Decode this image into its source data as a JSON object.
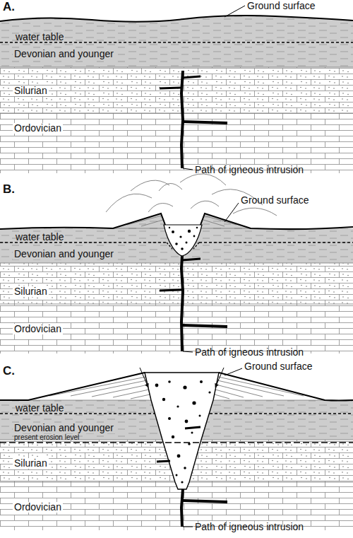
{
  "diagram": {
    "nodes": [
      {
        "text": [
          "Devonian and younger"
        ]
      },
      {
        "text": [
          "Silurian"
        ]
      },
      {
        "text": [
          "Ordovician"
        ]
      },
      {
        "text": [
          "Devonian and younger"
        ]
      },
      {
        "text": [
          "Silurian"
        ]
      },
      {
        "text": [
          "Ordovician"
        ]
      },
      {
        "text": [
          "Devonian and younger"
        ]
      },
      {
        "text": [
          "Silurian"
        ]
      },
      {
        "text": [
          "Ordovician"
        ]
      }
    ],
    "labels": [
      "A.",
      "Ground surface",
      "water table",
      "Path of igneous intrusion",
      "B.",
      "Ground surface",
      "water table",
      "Path of igneous intrusion",
      "C.",
      "Ground surface",
      "water table",
      "present erosion level",
      "Path of igneous intrusion"
    ]
  }
}
